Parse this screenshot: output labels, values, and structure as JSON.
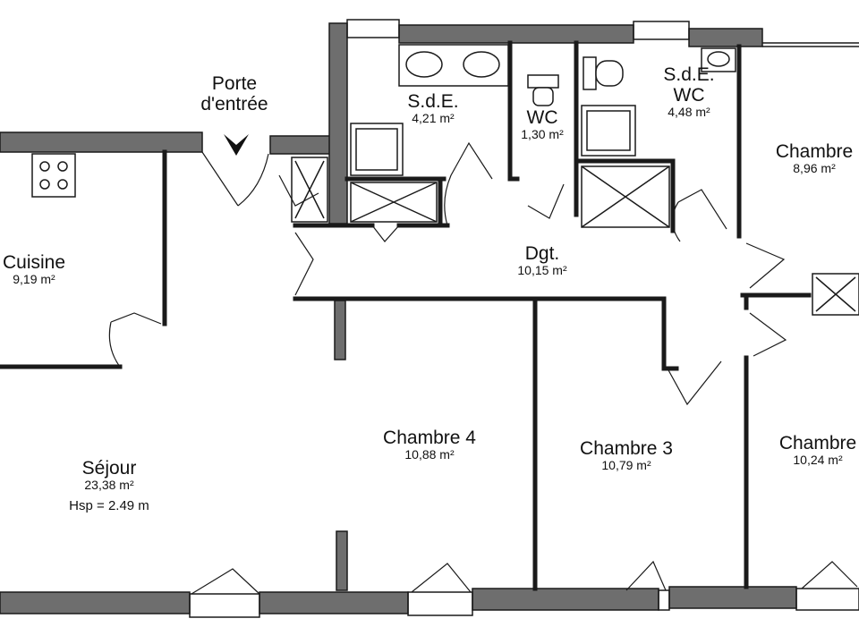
{
  "entrance": {
    "line1": "Porte",
    "line2": "d'entrée"
  },
  "rooms": {
    "cuisine": {
      "name": "Cuisine",
      "area": "9,19 m²"
    },
    "sejour": {
      "name": "Séjour",
      "area": "23,38 m²",
      "hsp": "Hsp = 2.49 m"
    },
    "sde1": {
      "name": "S.d.E.",
      "area": "4,21 m²"
    },
    "wc": {
      "name": "WC",
      "area": "1,30 m²"
    },
    "sde2": {
      "name": "S.d.E.",
      "name2": "WC",
      "area": "4,48 m²"
    },
    "chambre_nr": {
      "name": "Chambre",
      "area": "8,96 m²"
    },
    "dgt": {
      "name": "Dgt.",
      "area": "10,15 m²"
    },
    "chambre4": {
      "name": "Chambre 4",
      "area": "10,88 m²"
    },
    "chambre3": {
      "name": "Chambre 3",
      "area": "10,79 m²"
    },
    "chambre_sr": {
      "name": "Chambre",
      "area": "10,24 m²"
    }
  },
  "colors": {
    "wall_fill": "#6e6e6e",
    "line": "#1a1a1a",
    "background": "#ffffff"
  }
}
